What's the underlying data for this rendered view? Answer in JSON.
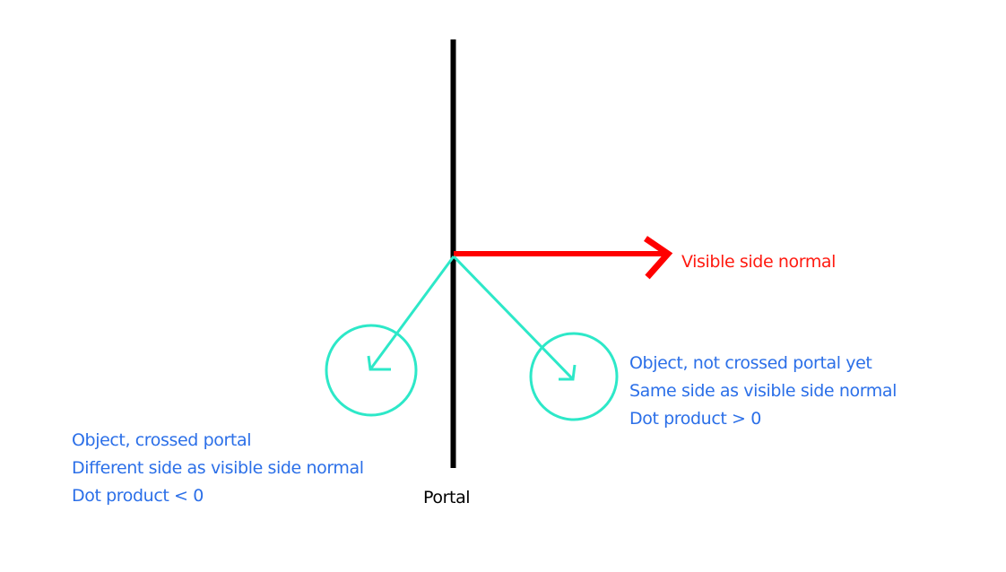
{
  "diagram": {
    "colors": {
      "portal": "#000000",
      "normal": "#ff0000",
      "object": "#2de8c8",
      "annotation": "#2b6fe8"
    },
    "portal": {
      "label": "Portal"
    },
    "normal": {
      "label": "Visible side normal"
    },
    "object_not_crossed": {
      "lines": [
        "Object, not crossed portal yet",
        "Same side as visible side normal",
        "Dot product > 0"
      ]
    },
    "object_crossed": {
      "lines": [
        "Object, crossed portal",
        "Different side as visible side normal",
        "Dot product < 0"
      ]
    }
  }
}
